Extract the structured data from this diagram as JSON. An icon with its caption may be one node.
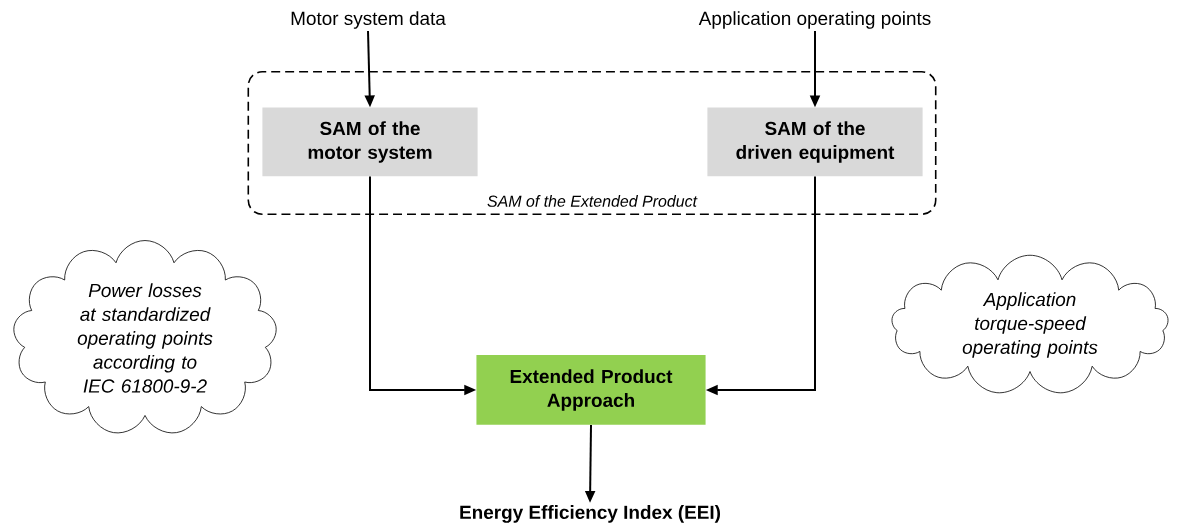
{
  "diagram": {
    "nodes": [
      {
        "text": [
          "Motor system data"
        ]
      },
      {
        "text": [
          "Application operating points"
        ]
      },
      {
        "text": [
          "SAM of the Extended Product"
        ]
      },
      {
        "text": [
          "SAM of the motor system"
        ],
        "in": 2
      },
      {
        "text": [
          "SAM of the driven equipment"
        ],
        "in": 2
      },
      {
        "text": [
          "Power losses at standardized operating points according to IEC 61800-9-2"
        ]
      },
      {
        "text": [
          "Extended Product Approach"
        ]
      },
      {
        "text": [
          "Application torque-speed operating points"
        ]
      },
      {
        "text": [
          "Energy Efficiency Index (EEI)"
        ]
      }
    ],
    "edges": [
      {
        "from": 0,
        "to": 3,
        "arrow": "to"
      },
      {
        "from": 1,
        "to": 4,
        "arrow": "to"
      },
      {
        "from": 3,
        "to": 6,
        "arrow": "to"
      },
      {
        "from": 4,
        "to": 6,
        "arrow": "to"
      },
      {
        "from": 6,
        "to": 8,
        "arrow": "to"
      }
    ]
  }
}
